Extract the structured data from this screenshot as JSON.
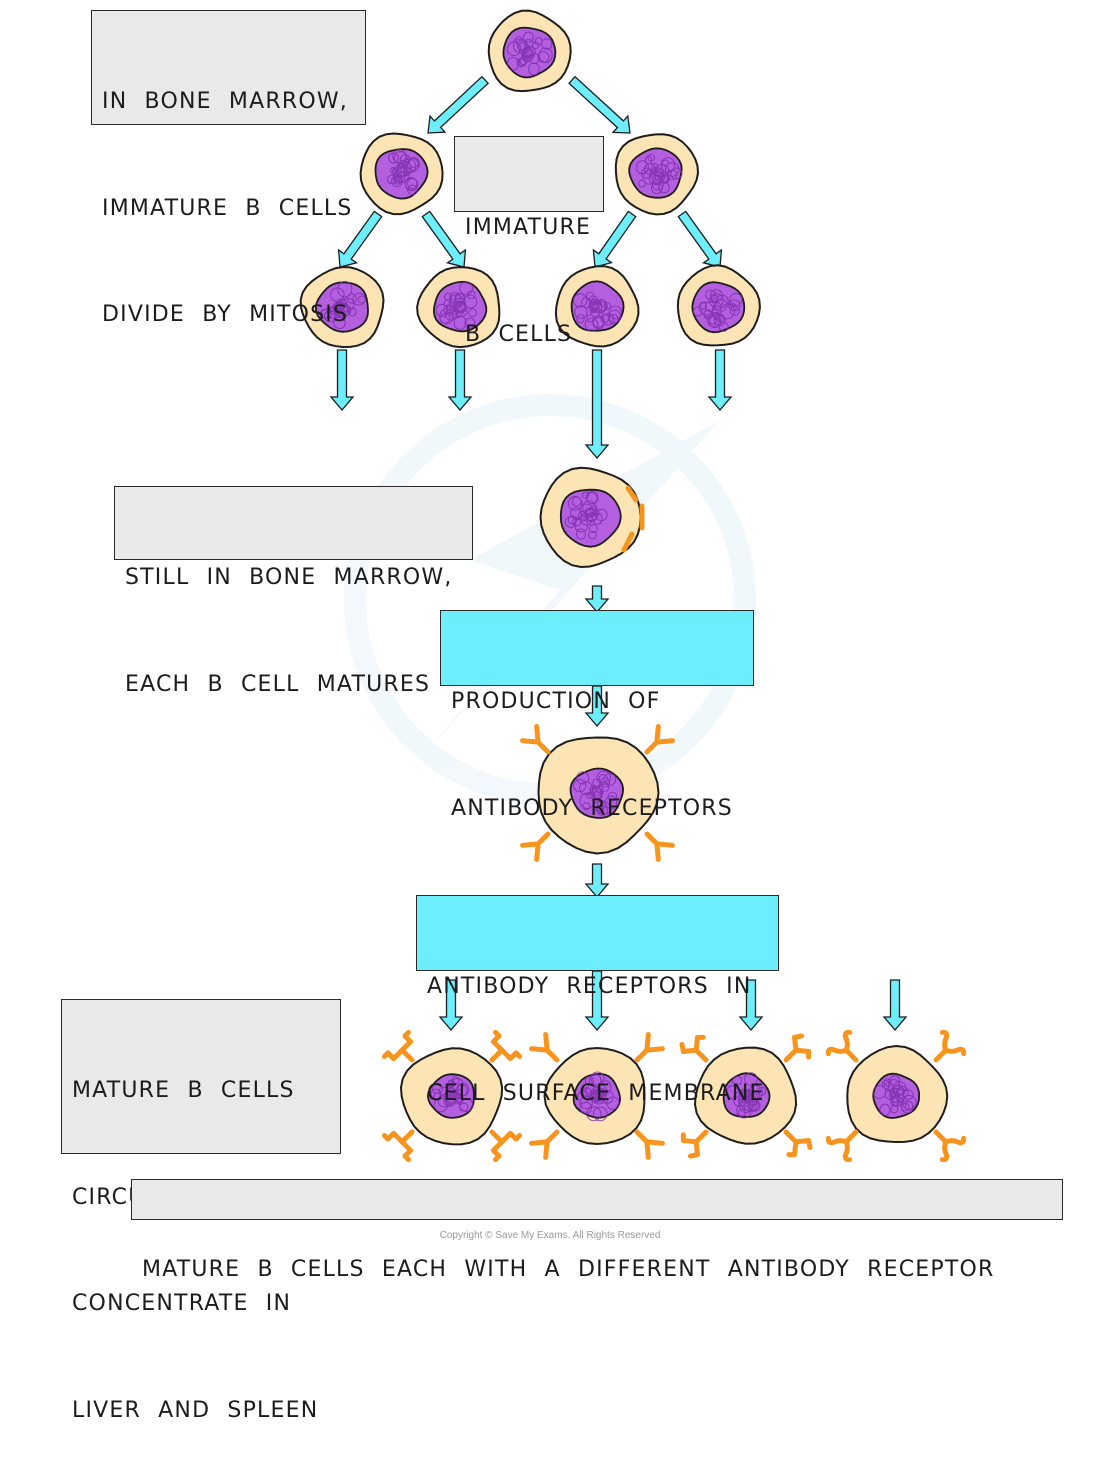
{
  "labels": {
    "mitosis": [
      "IN BONE MARROW,",
      "IMMATURE B CELLS",
      "DIVIDE BY MITOSIS"
    ],
    "immature": [
      "IMMATURE",
      "B CELLS"
    ],
    "matures": [
      "STILL IN BONE MARROW,",
      "EACH B CELL MATURES"
    ],
    "production": [
      "PRODUCTION OF",
      "ANTIBODY RECEPTORS"
    ],
    "membrane": [
      "ANTIBODY RECEPTORS IN",
      "CELL SURFACE MEMBRANE"
    ],
    "circulate": [
      "MATURE B CELLS",
      "CIRCULATE AND",
      "CONCENTRATE IN",
      "LIVER AND SPLEEN"
    ],
    "different": [
      "MATURE B CELLS EACH WITH A DIFFERENT ANTIBODY RECEPTOR"
    ]
  },
  "copyright": "Copyright © Save My Exams. All Rights Reserved",
  "colors": {
    "cytoplasm": "#fde4b4",
    "nucleus": "#b45ee0",
    "nucleus_dark": "#7a2ba8",
    "outline": "#1d1d1d",
    "arrow": "#6ceefc",
    "receptor": "#f7941d",
    "label_grey": "#e9e9e9",
    "label_cyan": "#6ceefc"
  },
  "stages": [
    {
      "name": "parent-cell",
      "count": 1
    },
    {
      "name": "first-division",
      "count": 2
    },
    {
      "name": "second-division",
      "count": 4
    },
    {
      "name": "maturing-cell",
      "count": 1
    },
    {
      "name": "cell-with-receptors",
      "count": 1
    },
    {
      "name": "mature-b-cells",
      "count": 4
    }
  ]
}
